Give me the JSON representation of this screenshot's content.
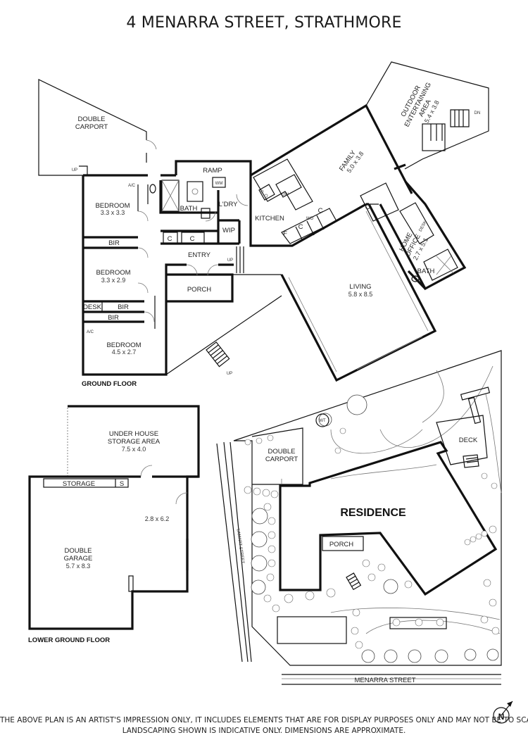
{
  "title": "4 MENARRA STREET, STRATHMORE",
  "ground_floor": {
    "label": "GROUND FLOOR",
    "rooms": {
      "double_carport": [
        "DOUBLE",
        "CARPORT"
      ],
      "ramp": "RAMP",
      "wm": "WM",
      "bedroom1": {
        "name": "BEDROOM",
        "size": "3.3 x 3.3"
      },
      "bath": "BATH",
      "ldry": "L'DRY",
      "kitchen": "KITCHEN",
      "wip": "WIP",
      "dw": "DW",
      "f": "F",
      "wo": "WO",
      "c": "C",
      "bir": "BIR",
      "entry": "ENTRY",
      "porch": "PORCH",
      "bedroom2": {
        "name": "BEDROOM",
        "size": "3.3 x 2.9"
      },
      "desk": "DESK",
      "bedroom3": {
        "name": "BEDROOM",
        "size": "4.5 x 2.7"
      },
      "family": {
        "name": "FAMILY",
        "size": "5.0 x 3.8"
      },
      "outdoor": {
        "lines": [
          "OUTDOOR",
          "ENTERTAINING",
          "AREA"
        ],
        "size": "5.4 x 3.8"
      },
      "home_office": {
        "lines": [
          "HOME",
          "OFFICE"
        ],
        "size": "2.7 x 5.1"
      },
      "bath2": "BATH",
      "living": {
        "name": "LIVING",
        "size": "5.8 x 8.5"
      },
      "ac": "A/C",
      "up": "UP",
      "dn": "DN"
    }
  },
  "lower_ground_floor": {
    "label": "LOWER GROUND FLOOR",
    "storage_area": {
      "lines": [
        "UNDER HOUSE",
        "STORAGE AREA"
      ],
      "size": "7.5 x 4.0"
    },
    "storage": "STORAGE",
    "s": "S",
    "room_size": "2.8 x 6.2",
    "garage": {
      "lines": [
        "DOUBLE",
        "GARAGE"
      ],
      "size": "5.7 x 8.3"
    }
  },
  "site_plan": {
    "residence": "RESIDENCE",
    "double_carport": [
      "DOUBLE",
      "CARPORT"
    ],
    "porch": "PORCH",
    "deck": "DECK",
    "wt": "WT",
    "lamart_street": "LAMART STREET",
    "menarra_street": "MENARRA STREET",
    "north": "N"
  },
  "disclaimer": [
    "THE ABOVE PLAN IS AN ARTIST'S IMPRESSION ONLY, IT INCLUDES ELEMENTS THAT ARE FOR DISPLAY PURPOSES ONLY AND MAY NOT BE TO SCALE.",
    "LANDSCAPING SHOWN IS INDICATIVE ONLY. DIMENSIONS ARE APPROXIMATE."
  ]
}
